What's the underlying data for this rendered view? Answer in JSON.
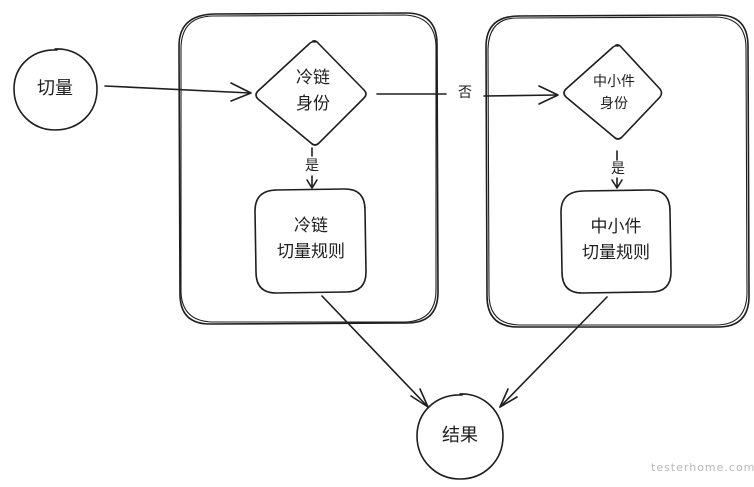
{
  "nodes": {
    "start": {
      "text": "切量"
    },
    "decision_cold_chain": {
      "line1": "冷链",
      "line2": "身份"
    },
    "rule_cold_chain": {
      "line1": "冷链",
      "line2": "切量规则"
    },
    "decision_small_parts": {
      "line1": "中小件",
      "line2": "身份"
    },
    "rule_small_parts": {
      "line1": "中小件",
      "line2": "切量规则"
    },
    "result": {
      "text": "结果"
    }
  },
  "edges": {
    "cold_yes": "是",
    "cold_no": "否",
    "small_yes": "是"
  },
  "watermark": "testerhome.com"
}
